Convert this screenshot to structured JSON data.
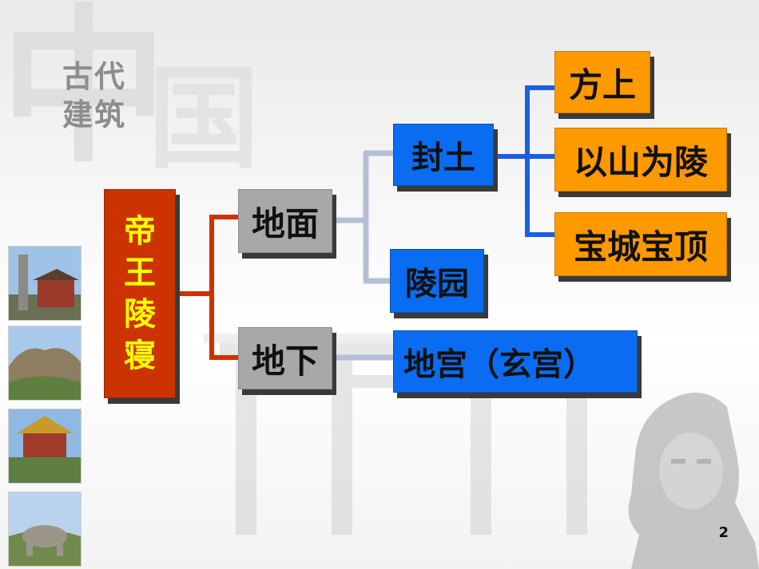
{
  "watermark": {
    "zhong": "中",
    "guo": "国",
    "title_line1": "古代",
    "title_line2": "建筑"
  },
  "root": {
    "chars": [
      "帝",
      "王",
      "陵",
      "寝"
    ]
  },
  "level1": {
    "dimian": "地面",
    "dixia": "地下"
  },
  "level2": {
    "fengtu": "封土",
    "lingyuan": "陵园",
    "digong": "地宫（玄宫）"
  },
  "level3": {
    "fangshang": "方上",
    "yishan": "以山为陵",
    "baocheng": "宝城宝顶"
  },
  "page_number": "2",
  "colors": {
    "root": "#cc3300",
    "root_text": "#ffff00",
    "level1": "#a8a8a8",
    "level2": "#0a6cf0",
    "level3": "#ff9900",
    "connector_red": "#cc3300",
    "connector_gray": "#b4bfd6",
    "connector_blue": "#1a5fe0"
  }
}
